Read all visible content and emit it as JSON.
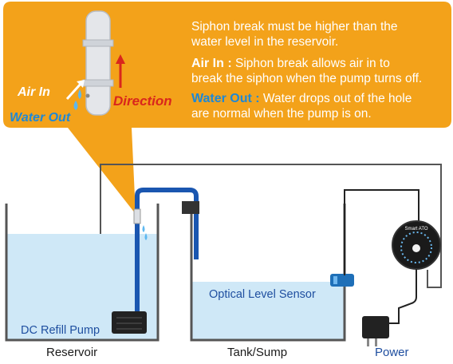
{
  "callout": {
    "line1": "Siphon break must be higher than the",
    "line2": "water level in the reservoir.",
    "air_in_heading": "Air In :",
    "air_in_line1": " Siphon break allows air in to",
    "air_in_line2": "break the  siphon when the pump turns off.",
    "water_out_heading": "Water Out :",
    "water_out_line1": " Water drops out of the hole",
    "water_out_line2": "are normal when the pump is on."
  },
  "detail": {
    "air_in_label": "Air In",
    "water_out_label": "Water Out",
    "direction_label": "Direction"
  },
  "labels": {
    "pump": "DC Refill Pump",
    "sensor": "Optical Level Sensor",
    "reservoir": "Reservoir",
    "tank": "Tank/Sump",
    "power": "Power",
    "controller_brand": "Smart ATO"
  },
  "colors": {
    "callout_bg": "#f3a21a",
    "water": "#cfe8f7",
    "pipe": "#1a56b0",
    "wall": "#555555",
    "accent_red": "#d9261c",
    "accent_blue": "#1e88d6"
  }
}
